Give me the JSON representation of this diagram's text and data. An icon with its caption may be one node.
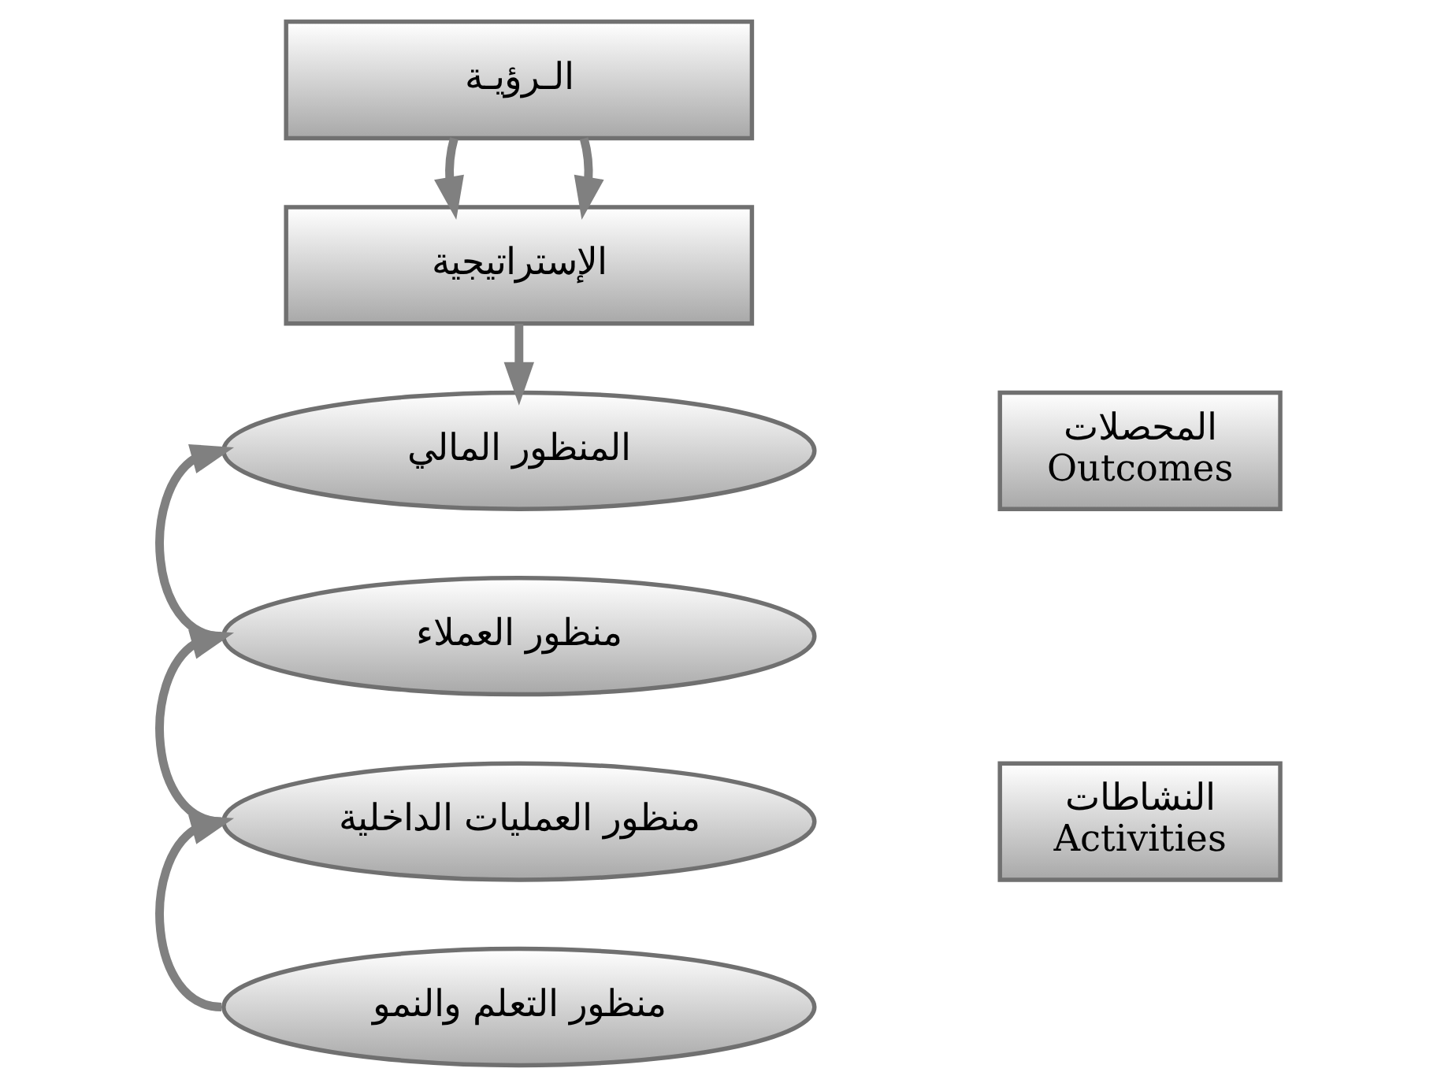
{
  "diagram": {
    "nodes": [
      {
        "text": [
          "الـرؤيـة"
        ]
      },
      {
        "text": [
          "الإستراتيجية"
        ]
      },
      {
        "text": [
          "المنظور المالي"
        ]
      },
      {
        "text": [
          "منظور العملاء"
        ]
      },
      {
        "text": [
          "منظور العمليات الداخلية"
        ]
      },
      {
        "text": [
          "منظور التعلم والنمو"
        ]
      },
      {
        "text": [
          "المحصلات",
          "Outcomes"
        ]
      },
      {
        "text": [
          "النشاطات",
          "Activities"
        ]
      }
    ],
    "edges": [
      {
        "from": 0,
        "to": 1,
        "arrow": "to"
      },
      {
        "from": 0,
        "to": 1,
        "arrow": "to"
      },
      {
        "from": 1,
        "to": 2,
        "arrow": "to"
      },
      {
        "from": 3,
        "to": 2,
        "arrow": "to"
      },
      {
        "from": 4,
        "to": 3,
        "arrow": "to"
      },
      {
        "from": 5,
        "to": 4,
        "arrow": "to"
      }
    ]
  }
}
